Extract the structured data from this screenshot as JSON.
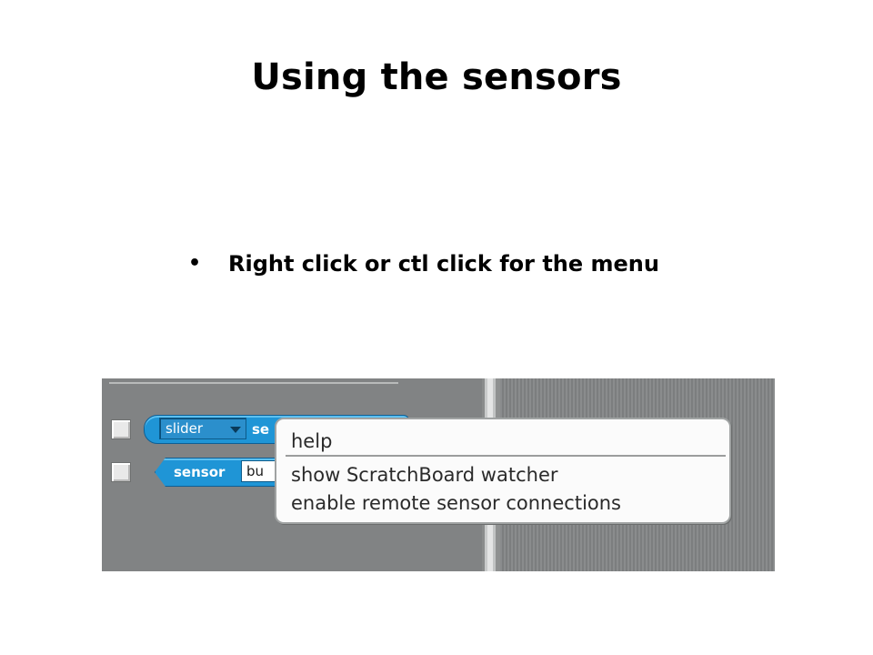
{
  "slide": {
    "title": "Using the sensors",
    "bullet": "Right click or ctl click for the menu"
  },
  "palette": {
    "blocks": [
      {
        "dropdown": "slider",
        "word": "se"
      },
      {
        "word": "sensor",
        "slot": "bu"
      }
    ]
  },
  "menu": {
    "items": [
      "help",
      "show ScratchBoard watcher",
      "enable remote sensor connections"
    ]
  },
  "colors": {
    "block_blue": "#1f95d6",
    "palette_gray": "#818384",
    "menu_bg": "#fbfbfb"
  },
  "icons": {
    "bullet": "bullet-dot",
    "dropdown": "chevron-down-icon"
  }
}
